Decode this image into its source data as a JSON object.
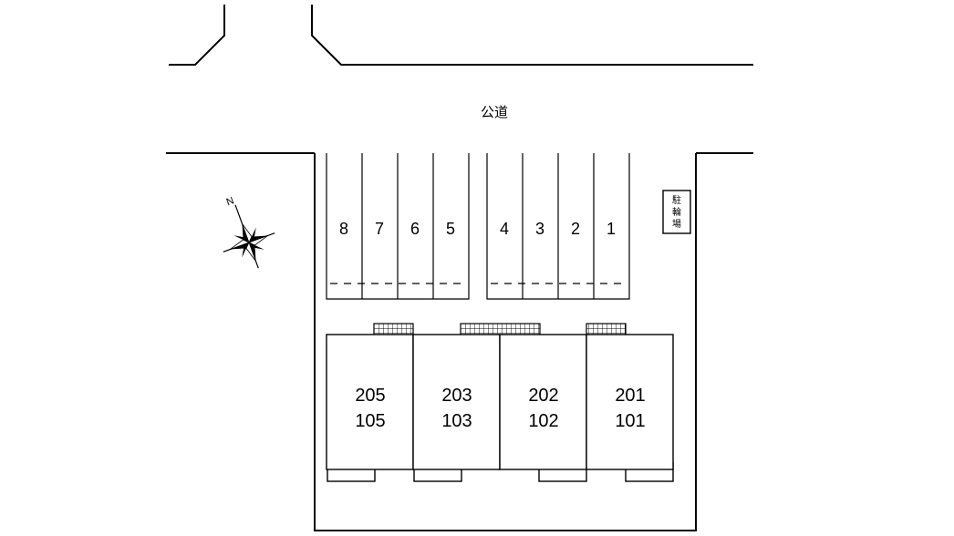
{
  "road": {
    "label": "公道"
  },
  "compass": {
    "north_label": "N"
  },
  "bicycle_parking": {
    "chars": [
      "駐",
      "輪",
      "場"
    ]
  },
  "parking": {
    "left_group": [
      "8",
      "7",
      "6",
      "5"
    ],
    "right_group": [
      "4",
      "3",
      "2",
      "1"
    ]
  },
  "units": [
    {
      "upper": "205",
      "lower": "105"
    },
    {
      "upper": "203",
      "lower": "103"
    },
    {
      "upper": "202",
      "lower": "102"
    },
    {
      "upper": "201",
      "lower": "101"
    }
  ]
}
